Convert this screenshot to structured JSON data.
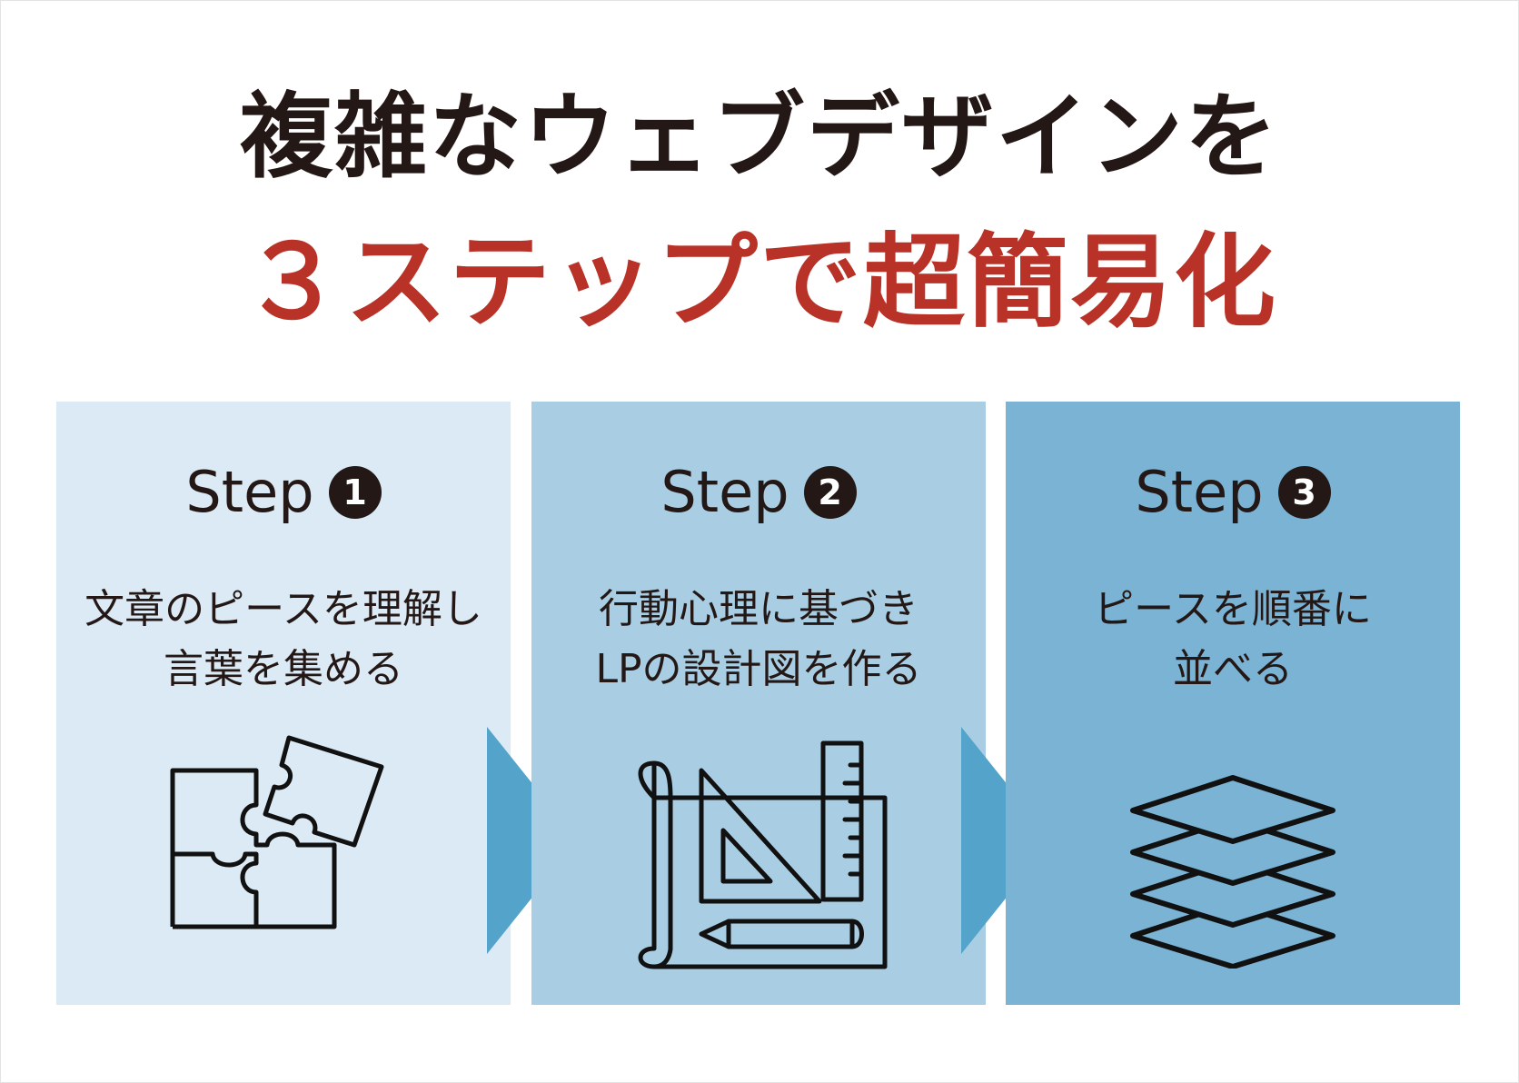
{
  "title": {
    "line1": "複雑なウェブデザインを",
    "line2": "３ステップで超簡易化"
  },
  "colors": {
    "title_dark": "#231815",
    "title_red": "#b83228",
    "panel_1": "#dbeaf4",
    "panel_2": "#a9cee3",
    "panel_3": "#7ab3d4",
    "arrow": "#53a3cb"
  },
  "steps": [
    {
      "label": "Step",
      "number": "1",
      "desc_line1": "文章のピースを理解し",
      "desc_line2": "言葉を集める",
      "icon": "puzzle-pieces-icon"
    },
    {
      "label": "Step",
      "number": "2",
      "desc_line1": "行動心理に基づき",
      "desc_line2": "LPの設計図を作る",
      "icon": "blueprint-tools-icon"
    },
    {
      "label": "Step",
      "number": "3",
      "desc_line1": "ピースを順番に",
      "desc_line2": "並べる",
      "icon": "stacked-layers-icon"
    }
  ],
  "arrows": [
    "arrow-right-icon",
    "arrow-right-icon"
  ]
}
